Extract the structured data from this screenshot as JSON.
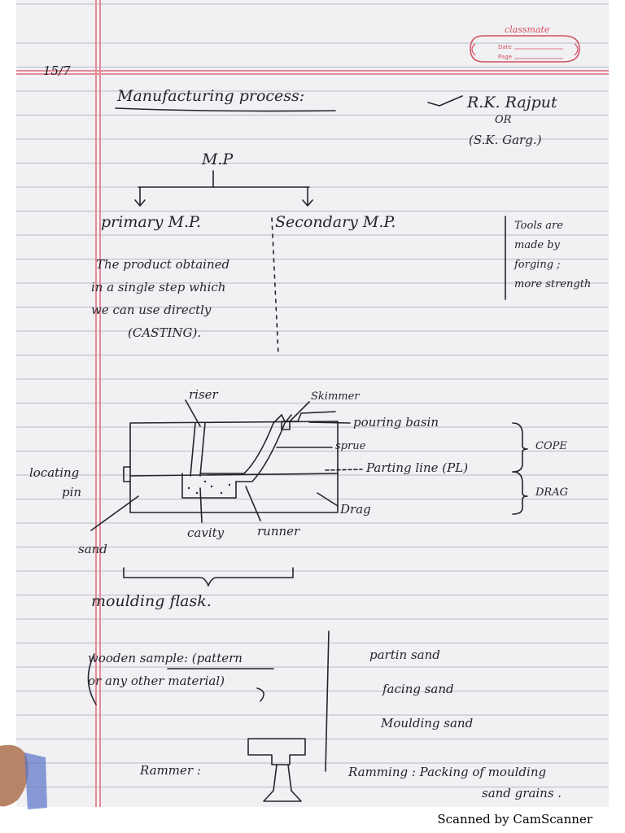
{
  "page": {
    "date_note": "15/7",
    "stamp": {
      "brand": "classmate",
      "date_label": "Date",
      "page_label": "Page"
    }
  },
  "header": {
    "title": "Manufacturing process:",
    "reference_1": "R.K. Rajput",
    "reference_or": "OR",
    "reference_2": "(S.K. Garg.)"
  },
  "classification": {
    "root": "M.P",
    "branches": [
      {
        "label": "primary M.P."
      },
      {
        "label": "Secondary M.P."
      }
    ],
    "primary_description": [
      "The product obtained",
      "in a single step which",
      "we can use directly",
      "(CASTING)."
    ],
    "side_note": [
      "Tools are",
      "made by",
      "forging ;",
      "more strength"
    ]
  },
  "mould_diagram": {
    "labels": {
      "riser": "riser",
      "skimmer": "Skimmer",
      "pouring_basin": "pouring basin",
      "sprue": "sprue",
      "parting_line": "Parting line (PL)",
      "cope": "COPE",
      "drag_bracket": "DRAG",
      "drag": "Drag",
      "locating_pin_1": "locating",
      "locating_pin_2": "pin",
      "sand": "sand",
      "cavity": "cavity",
      "runner": "runner",
      "flask": "moulding flask."
    }
  },
  "notes": {
    "pattern_line_1": "wooden sample: (pattern",
    "pattern_line_2": "or any other material)",
    "sand_types": [
      "partin sand",
      "facing sand",
      "Moulding sand"
    ],
    "rammer": "Rammer :",
    "ramming_1": "Ramming : Packing of moulding",
    "ramming_2": "sand grains ."
  },
  "footer": {
    "scanner": "Scanned by CamScanner"
  },
  "colors": {
    "ink": "#24242c",
    "margin_red": "#e58b97",
    "ruled_line": "#b6bccb",
    "stamp_red": "#d4515f"
  }
}
